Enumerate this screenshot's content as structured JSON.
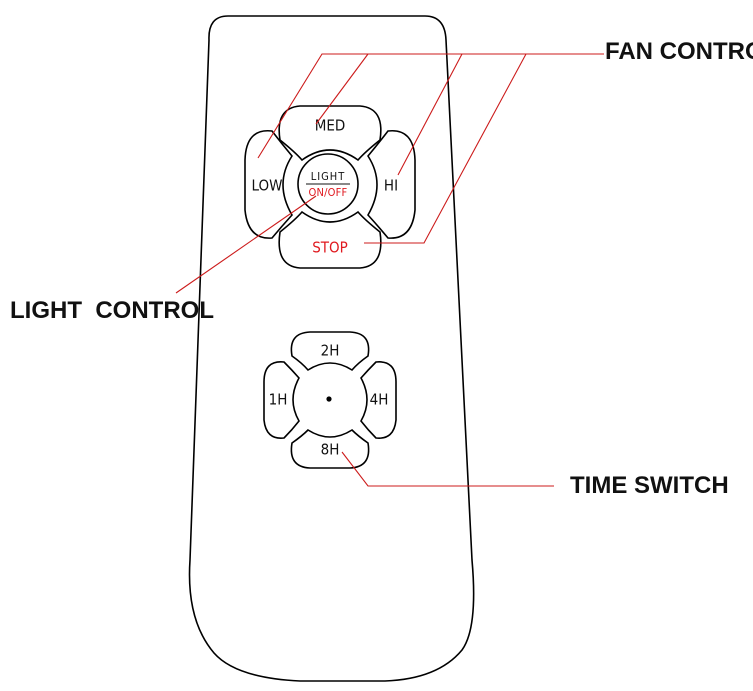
{
  "callouts": {
    "fan_control": "FAN CONTROL",
    "light_control": "LIGHT  CONTROL",
    "time_switch": "TIME SWITCH"
  },
  "buttons": {
    "med": "MED",
    "low": "LOW",
    "hi": "HI",
    "stop": "STOP",
    "light_top": "LIGHT",
    "light_bottom": "ON/OFF",
    "timer_2h": "2H",
    "timer_1h": "1H",
    "timer_4h": "4H",
    "timer_8h": "8H"
  },
  "colors": {
    "leader_line": "#cc1b1b",
    "red_text": "#e0191f",
    "outline": "#000000"
  }
}
